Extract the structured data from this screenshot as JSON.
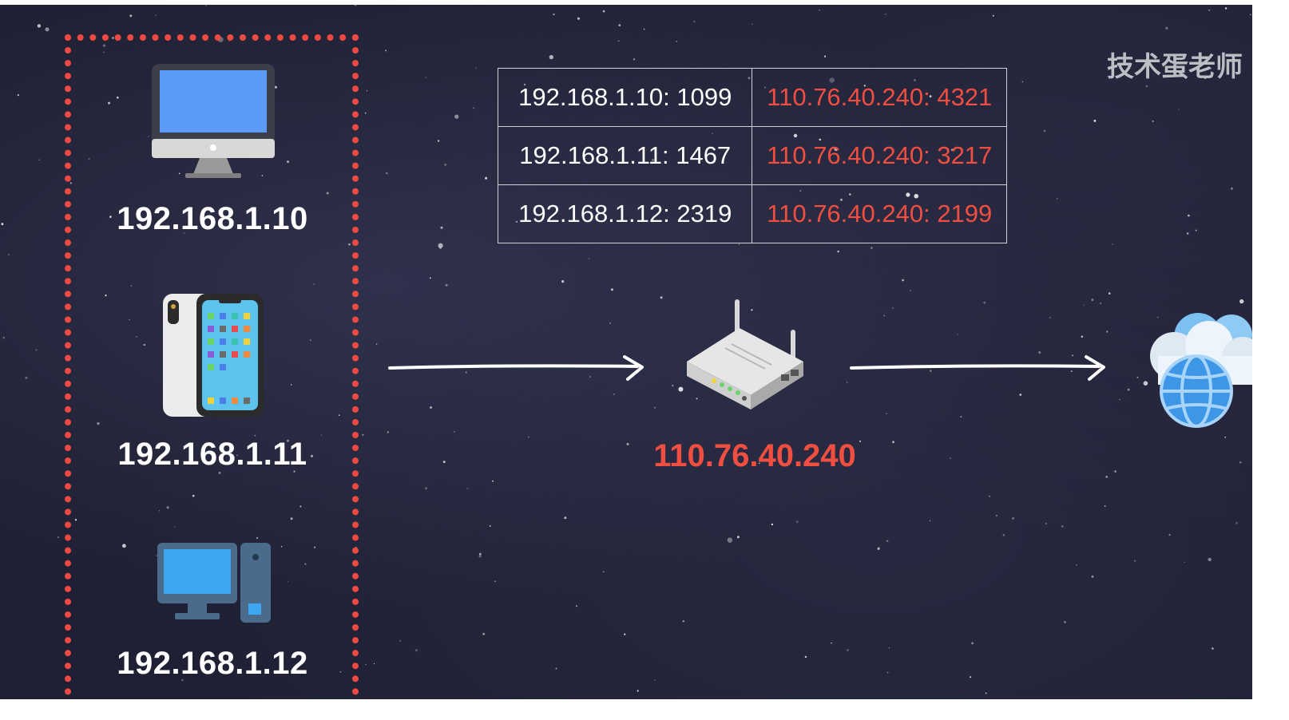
{
  "watermark": "技术蛋老师",
  "devices": [
    {
      "name": "desktop",
      "ip": "192.168.1.10"
    },
    {
      "name": "phone",
      "ip": "192.168.1.11"
    },
    {
      "name": "pc",
      "ip": "192.168.1.12"
    }
  ],
  "router": {
    "public_ip": "110.76.40.240"
  },
  "nat_table": {
    "rows": [
      {
        "internal": "192.168.1.10: 1099",
        "external": "110.76.40.240: 4321"
      },
      {
        "internal": "192.168.1.11: 1467",
        "external": "110.76.40.240: 3217"
      },
      {
        "internal": "192.168.1.12: 2319",
        "external": "110.76.40.240: 2199"
      }
    ]
  },
  "colors": {
    "accent_red": "#ef4a42",
    "background": "#1f2033",
    "text": "#ffffff"
  },
  "icons": [
    "imac-icon",
    "smartphone-icon",
    "desktop-pc-icon",
    "router-icon",
    "cloud-globe-icon",
    "arrow-right-icon"
  ]
}
